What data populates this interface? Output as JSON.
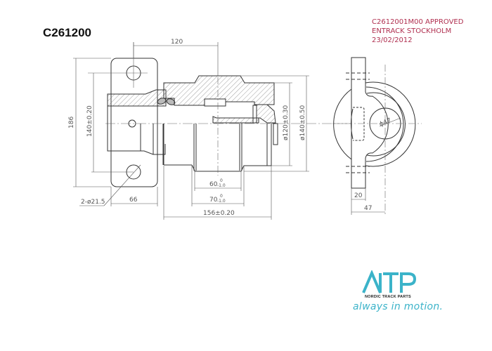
{
  "title": {
    "part_number": "C261200"
  },
  "approval": {
    "line1": "C2612001M00 APPROVED",
    "line2": "ENTRACK STOCKHOLM",
    "line3": "23/02/2012",
    "color": "#b03050"
  },
  "dimensions": {
    "top_120": "120",
    "height_186": "186",
    "hole_spacing": "140±0.20",
    "holes": "2-ø21.5",
    "flange_66": "66",
    "inner_60": "60",
    "inner_60_tol_upper": "0",
    "inner_60_tol_lower": "-1.0",
    "inner_70": "70",
    "inner_70_tol_upper": "0",
    "inner_70_tol_lower": "-1.0",
    "length_156": "156±0.20",
    "dia_120": "ø120±0.30",
    "dia_140": "ø140±0.50",
    "side_dia_47": "ϕ47",
    "side_20": "20",
    "side_47": "47"
  },
  "logo": {
    "mark": "NTP",
    "subtitle": "NORDIC TRACK PARTS",
    "slogan": "always in motion.",
    "color": "#3bb3c9"
  }
}
